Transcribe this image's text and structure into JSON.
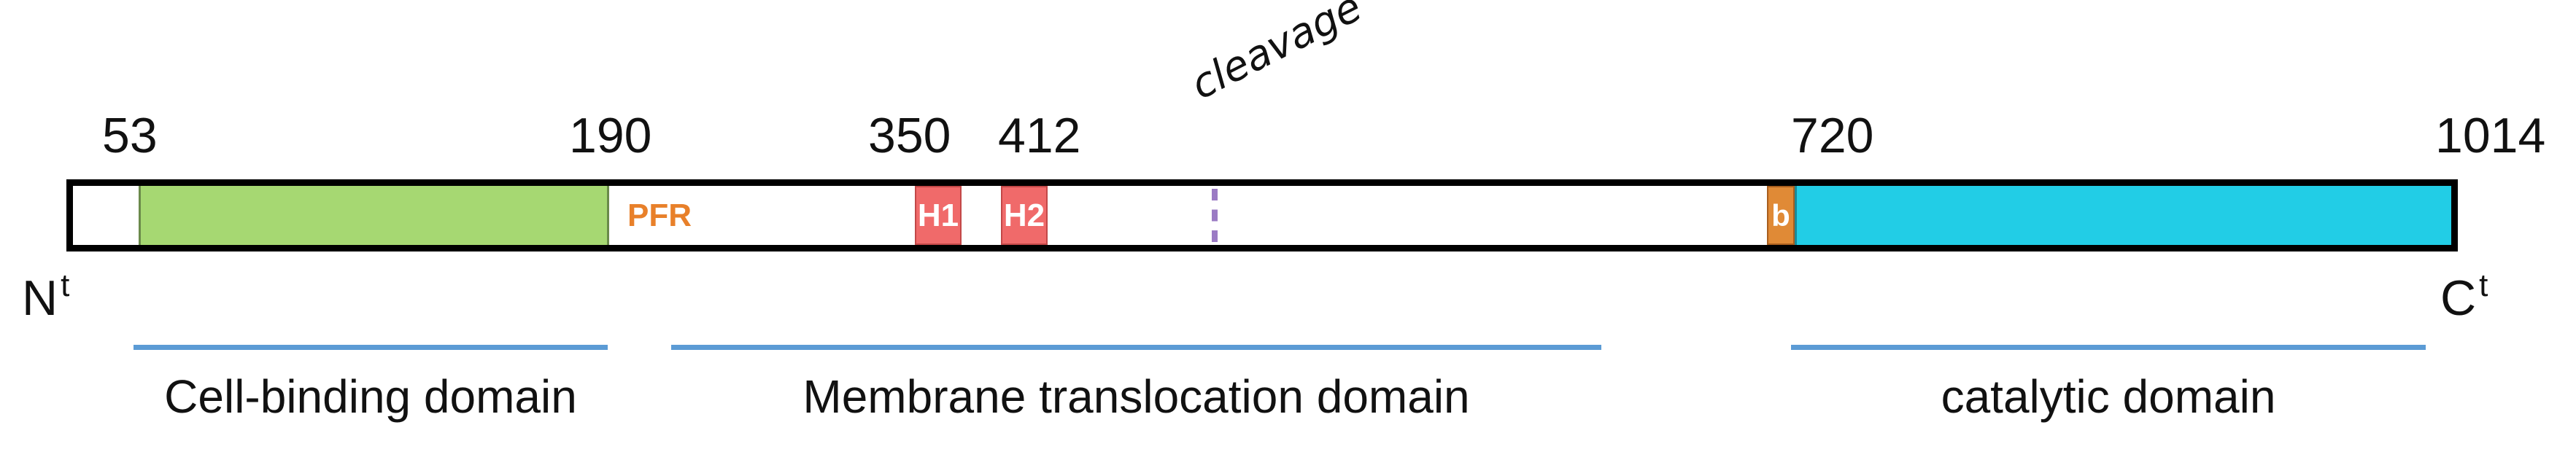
{
  "positions": {
    "p53": "53",
    "p190": "190",
    "p350": "350",
    "p412": "412",
    "p720": "720",
    "p1014": "1014"
  },
  "termini": {
    "n_base": "N",
    "n_sup": "t",
    "c_base": "C",
    "c_sup": "t"
  },
  "motifs": {
    "pfr": "PFR",
    "h1": "H1",
    "h2": "H2",
    "b": "b"
  },
  "cleavage": "cleavage",
  "domains": {
    "cell_binding": "Cell-binding domain",
    "membrane_translocation": "Membrane translocation domain",
    "catalytic": "catalytic domain"
  },
  "colors": {
    "cell_binding_segment": "#a6d872",
    "catalytic_segment": "#22cde6",
    "helix_motif": "#f06a6a",
    "b_motif": "#e08a36",
    "pfr_text": "#e8802a",
    "cleavage_mark": "#9b7bc4",
    "domain_line": "#5b9bd5"
  }
}
